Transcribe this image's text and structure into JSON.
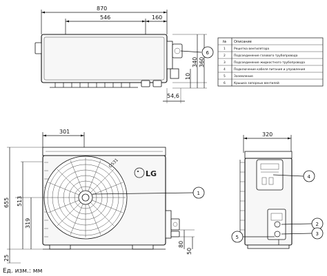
{
  "dimensions": {
    "top_total_width": "870",
    "top_inner_left": "546",
    "top_inner_right": "160",
    "top_height_outer": "360",
    "top_height_inner": "340",
    "top_small": "10",
    "top_valve_offset": "54,6",
    "front_fan_offset": "301",
    "front_total_height": "655",
    "front_fan_center_height": "513",
    "front_fan_lower": "319",
    "front_base": "25",
    "front_valve_a": "80",
    "front_valve_b": "50",
    "side_width": "320"
  },
  "parts_table": {
    "header_no": "№",
    "header_desc": "Описание",
    "rows": [
      {
        "no": "1",
        "desc": "Решетка вентилятора"
      },
      {
        "no": "2",
        "desc": "Подсоединение газового трубопровода"
      },
      {
        "no": "3",
        "desc": "Подсоединение жидкостного трубопровода"
      },
      {
        "no": "4",
        "desc": "Подключение кабеля питания и управления"
      },
      {
        "no": "5",
        "desc": "Заземление"
      },
      {
        "no": "6",
        "desc": "Крышка запорных вентилей"
      }
    ]
  },
  "callouts": {
    "c1": "1",
    "c2": "2",
    "c3": "3",
    "c4": "4",
    "c5": "5",
    "c6": "6"
  },
  "brand_logo": "LG",
  "model_mark": "O531",
  "units_note": "Ед. изм.: мм"
}
